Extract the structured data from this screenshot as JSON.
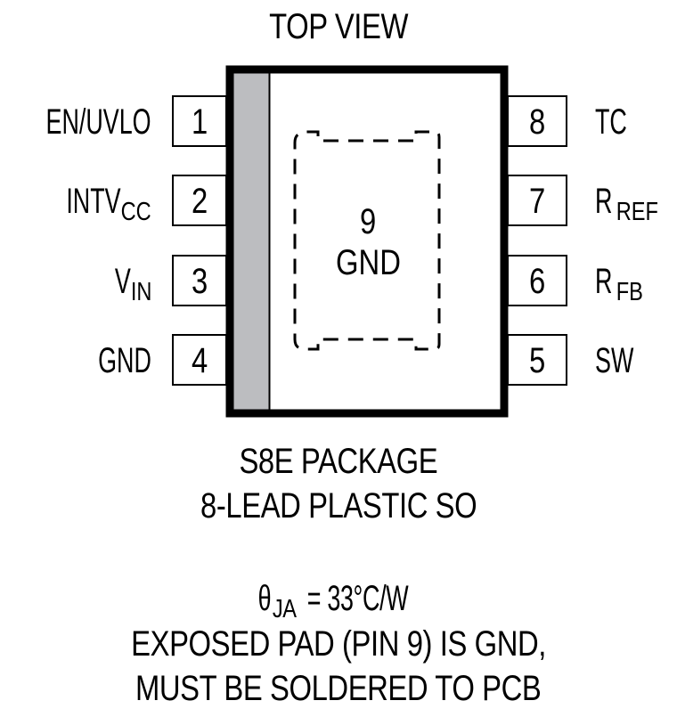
{
  "title": "TOP VIEW",
  "package": {
    "name": "S8E PACKAGE",
    "description": "8-LEAD PLASTIC SO",
    "body_color": "#ffffff",
    "outline_color": "#000000",
    "pin1_stripe_color": "#bcbdc0"
  },
  "exposed_pad": {
    "number": "9",
    "name": "GND"
  },
  "pins_left": [
    {
      "number": "1",
      "name": "EN/UVLO",
      "sub": ""
    },
    {
      "number": "2",
      "name": "INTV",
      "sub": "CC"
    },
    {
      "number": "3",
      "name": "V",
      "sub": "IN"
    },
    {
      "number": "4",
      "name": "GND",
      "sub": ""
    }
  ],
  "pins_right": [
    {
      "number": "8",
      "name": "TC",
      "sub": ""
    },
    {
      "number": "7",
      "name": "R",
      "sub": "REF"
    },
    {
      "number": "6",
      "name": "R",
      "sub": "FB"
    },
    {
      "number": "5",
      "name": "SW",
      "sub": ""
    }
  ],
  "notes": {
    "theta_symbol": "θ",
    "theta_sub": "JA",
    "theta_value": " = 33°C/W",
    "line2": "EXPOSED PAD (PIN 9) IS GND,",
    "line3": "MUST BE SOLDERED TO PCB"
  }
}
